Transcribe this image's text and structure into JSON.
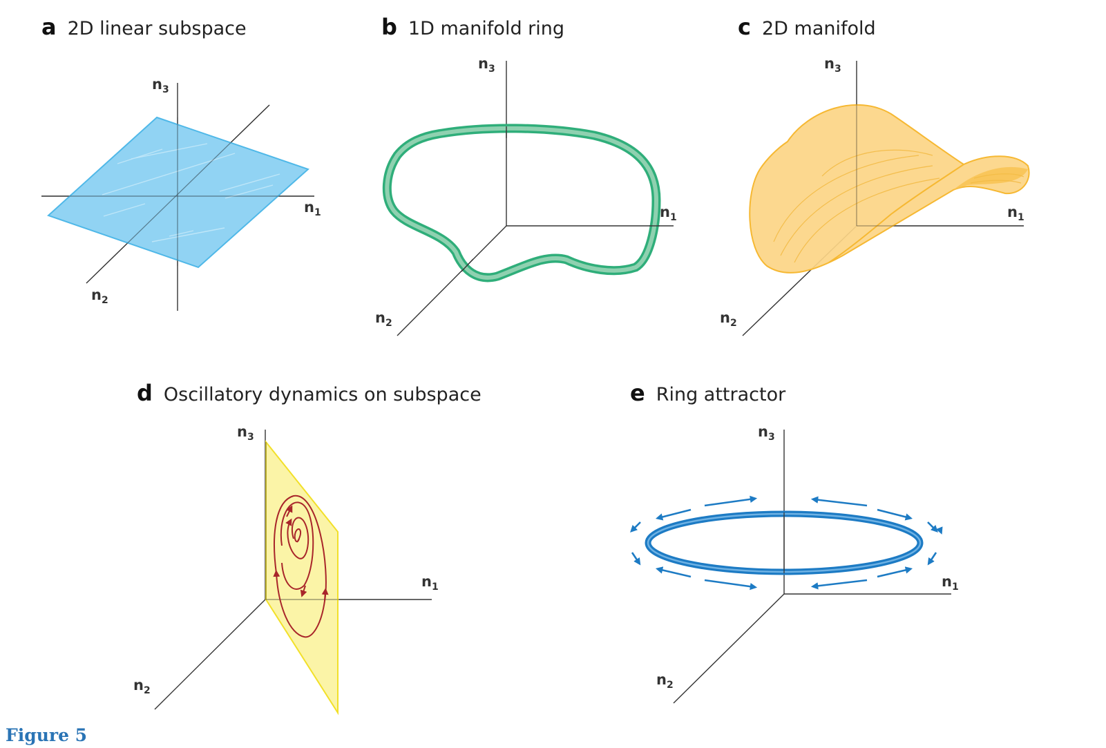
{
  "panels": [
    {
      "letter": "a",
      "title": "2D linear subspace"
    },
    {
      "letter": "b",
      "title": "1D manifold ring"
    },
    {
      "letter": "c",
      "title": "2D manifold"
    },
    {
      "letter": "d",
      "title": "Oscillatory dynamics on subspace"
    },
    {
      "letter": "e",
      "title": "Ring attractor"
    }
  ],
  "axis_labels": {
    "n": "n",
    "sub1": "1",
    "sub2": "2",
    "sub3": "3"
  },
  "caption": "Figure 5",
  "colors": {
    "plane_blue": "#82cdf1",
    "plane_blue_edge": "#4fb8e8",
    "ring_green": "#2fae7a",
    "ring_green_fill": "#8fd1b0",
    "manifold_orange": "#fcd586",
    "manifold_orange_edge": "#f6b832",
    "plane_yellow": "#fbf39f",
    "plane_yellow_edge": "#f2e029",
    "trajectory_red": "#a8252a",
    "attractor_blue": "#1d7bc4",
    "caption_blue": "#2a74b5"
  }
}
